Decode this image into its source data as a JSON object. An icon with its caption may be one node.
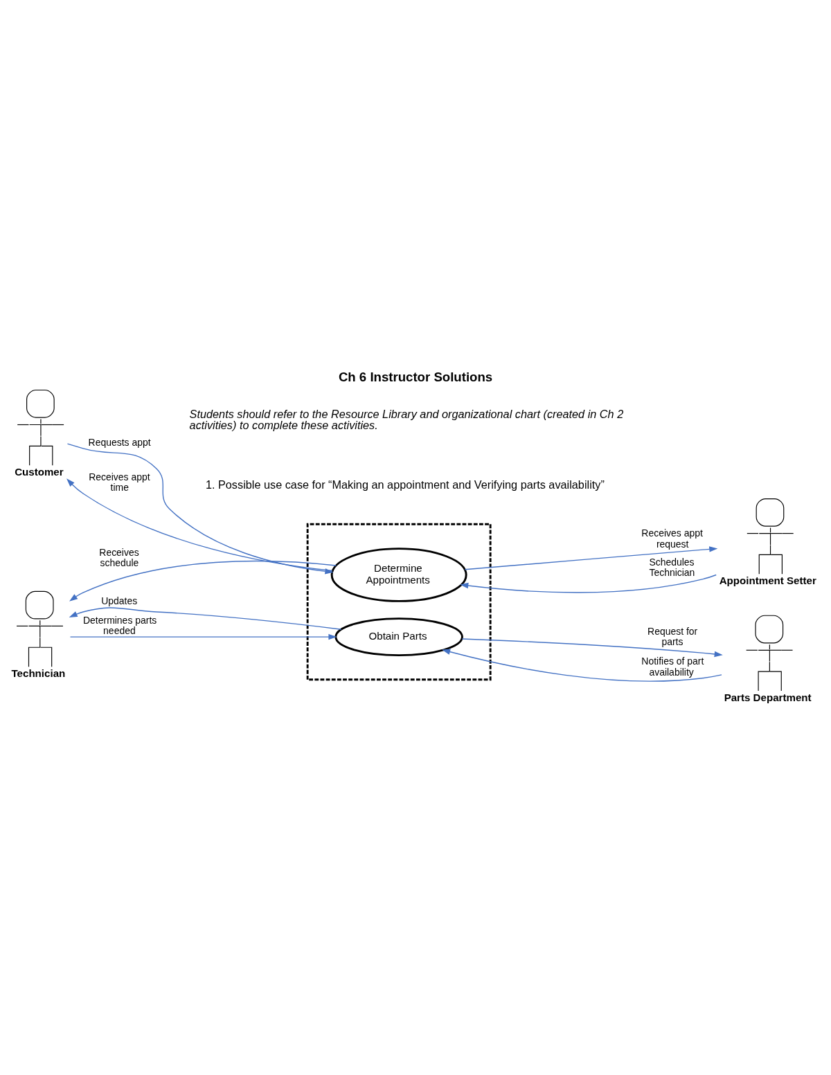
{
  "diagram": {
    "title": "Ch 6 Instructor Solutions",
    "nodes": [
      {
        "text": [
          "Customer"
        ]
      },
      {
        "text": [],
        "shape": "box"
      },
      {
        "text": [
          "Determine Appointments"
        ],
        "in": 1
      },
      {
        "text": [
          "Appointment Setter"
        ]
      },
      {
        "text": [
          "Technician"
        ]
      },
      {
        "text": [
          "Obtain Parts"
        ],
        "in": 1
      },
      {
        "text": [
          "Parts Department"
        ]
      }
    ],
    "edges": [
      {
        "from": 0,
        "to": 2,
        "arrow": "to",
        "label": "Requests appt"
      },
      {
        "from": 2,
        "to": 0,
        "arrow": "to",
        "label": "Receives appt time"
      },
      {
        "from": 2,
        "to": 3,
        "arrow": "to",
        "label": "Receives appt request"
      },
      {
        "from": 3,
        "to": 2,
        "arrow": "to",
        "label": "Schedules Technician"
      },
      {
        "from": 2,
        "to": 4,
        "arrow": "to",
        "label": "Receives schedule"
      },
      {
        "from": 4,
        "to": 5,
        "arrow": "to",
        "label": "Determines parts needed"
      },
      {
        "from": 5,
        "to": 4,
        "arrow": "to",
        "label": "Updates"
      },
      {
        "from": 5,
        "to": 6,
        "arrow": "to",
        "label": "Request for parts"
      },
      {
        "from": 6,
        "to": 5,
        "arrow": "to",
        "label": "Notifies of part availability"
      }
    ],
    "labels": [
      "Students should refer to the Resource Library and organizational chart (created in Ch 2 activities) to complete these activities.",
      "1. Possible use case for “Making an appointment and Verifying parts availability”"
    ]
  }
}
